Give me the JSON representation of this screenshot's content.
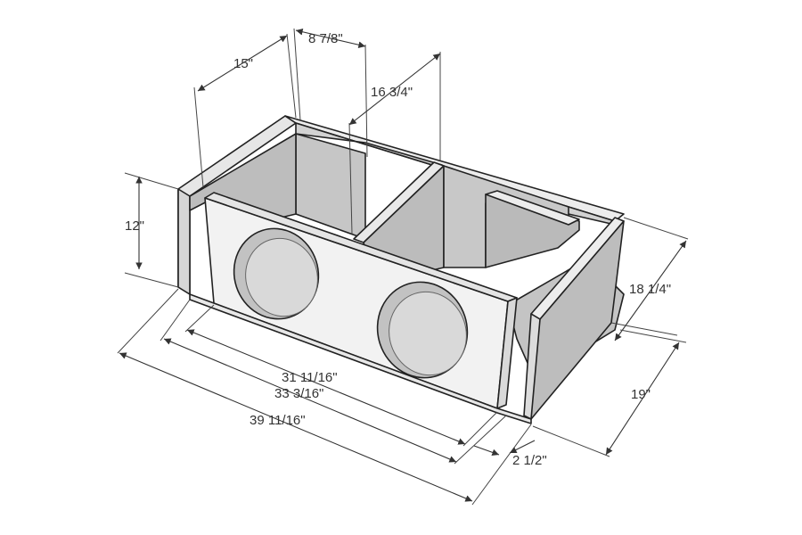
{
  "diagram": {
    "colors": {
      "panel_front": "#f2f2f2",
      "panel_edge": "#e6e6e6",
      "interior": "#c9c9c9",
      "interior_dark": "#b5b5b5",
      "floor": "#d8d8d8",
      "stroke": "#222222"
    },
    "dimensions": {
      "width_15": "15\"",
      "width_8_7_8": "8 7/8\"",
      "width_16_3_4": "16 3/4\"",
      "height_12": "12\"",
      "depth_18_1_4": "18 1/4\"",
      "depth_19": "19\"",
      "length_31_11_16": "31 11/16\"",
      "length_33_3_16": "33 3/16\"",
      "length_39_11_16": "39 11/16\"",
      "port_2_1_2": "2 1/2\""
    }
  }
}
